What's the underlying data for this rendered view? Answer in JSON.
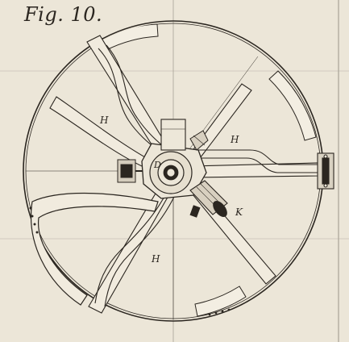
{
  "figure": {
    "title": "Fig. 10.",
    "labels": {
      "h_left": "H",
      "h_right": "H",
      "h_bottom": "H",
      "d": "D",
      "k": "K"
    }
  },
  "colors": {
    "paper": "#ece6d8",
    "ink": "#2b2620",
    "fold_line": "#9a9488"
  }
}
